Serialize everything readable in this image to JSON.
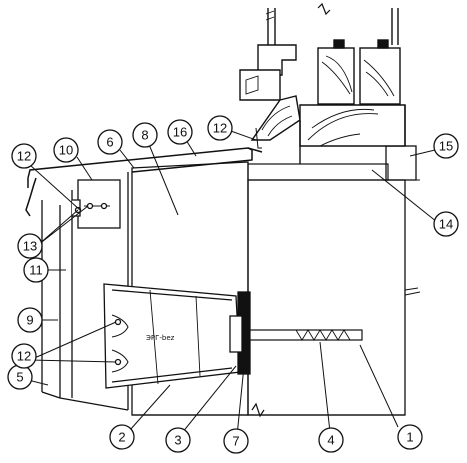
{
  "callouts": [
    {
      "id": "c1",
      "label": "1"
    },
    {
      "id": "c2",
      "label": "2"
    },
    {
      "id": "c3",
      "label": "3"
    },
    {
      "id": "c4",
      "label": "4"
    },
    {
      "id": "c5",
      "label": "5"
    },
    {
      "id": "c6",
      "label": "6"
    },
    {
      "id": "c7",
      "label": "7"
    },
    {
      "id": "c8",
      "label": "8"
    },
    {
      "id": "c9",
      "label": "9"
    },
    {
      "id": "c10",
      "label": "10"
    },
    {
      "id": "c11",
      "label": "11"
    },
    {
      "id": "c12a",
      "label": "12"
    },
    {
      "id": "c12b",
      "label": "12"
    },
    {
      "id": "c12c",
      "label": "12"
    },
    {
      "id": "c13",
      "label": "13"
    },
    {
      "id": "c14",
      "label": "14"
    },
    {
      "id": "c15",
      "label": "15"
    },
    {
      "id": "c16",
      "label": "16"
    }
  ],
  "bracket_label": "ЭРГ-bez"
}
